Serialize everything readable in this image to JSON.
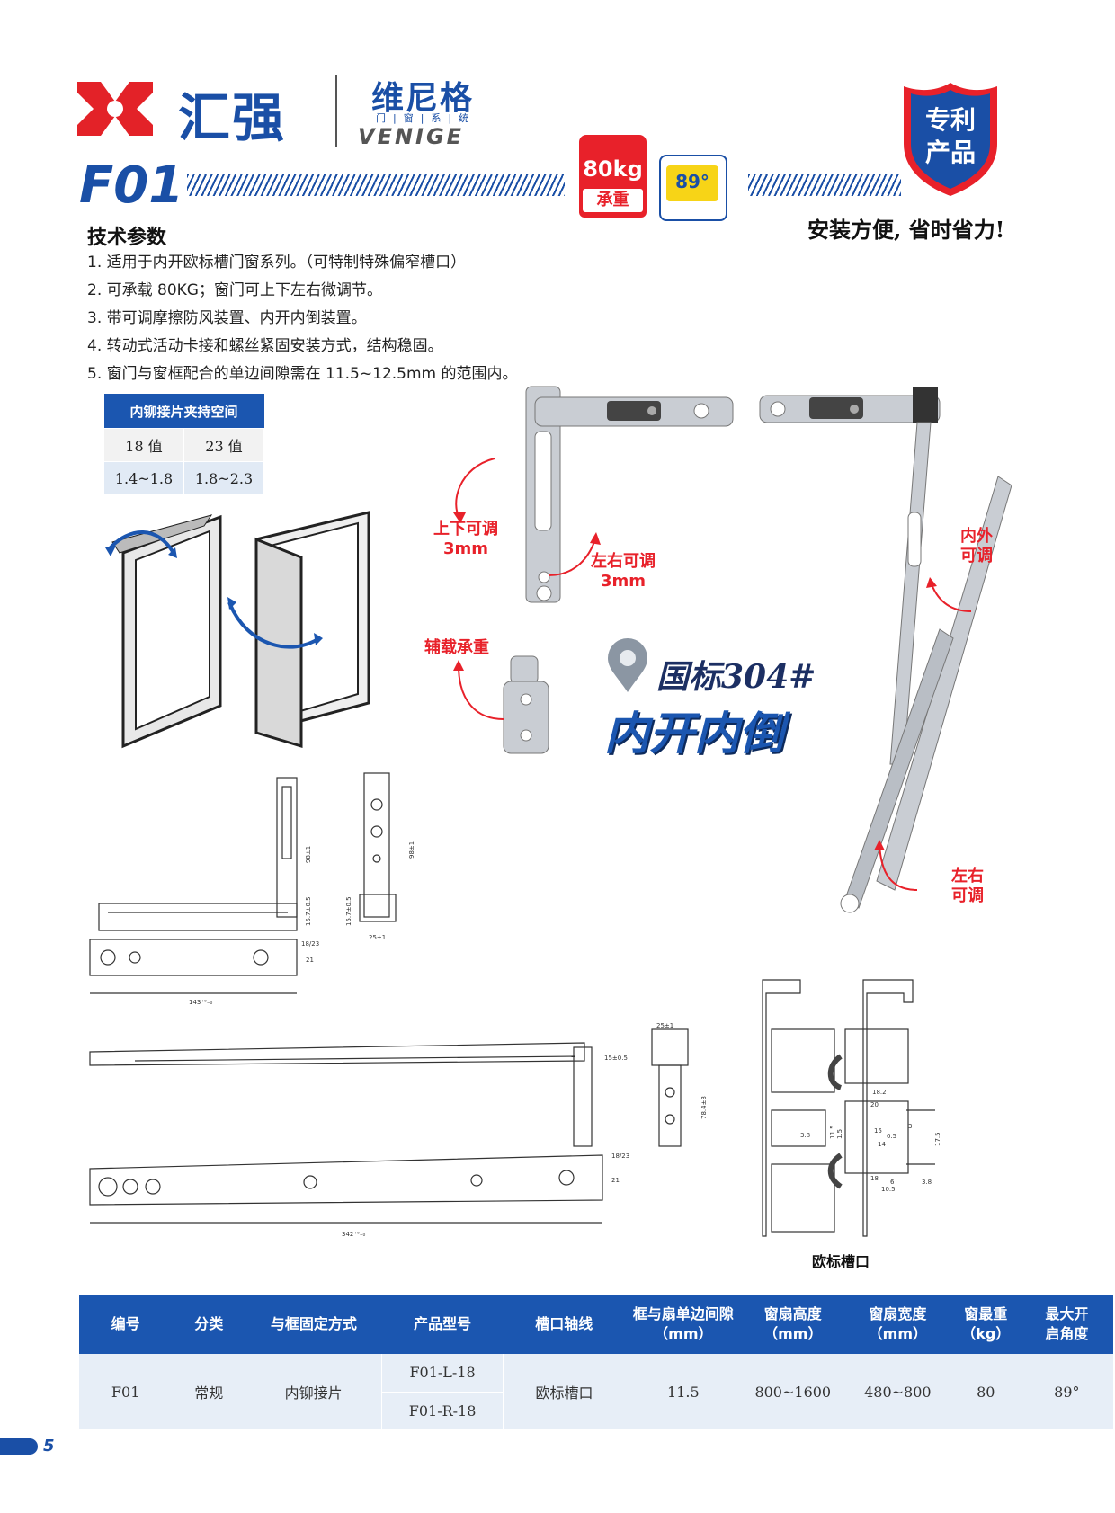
{
  "header": {
    "brand_name": "汇强",
    "venige_cn": "维尼格",
    "venige_sub": "门|窗|系|统",
    "venige_en": "VENIGE",
    "model": "F01",
    "load_value": "80kg",
    "load_label": "承重",
    "angle_value": "89°",
    "patent_line1": "专利",
    "patent_line2": "产品",
    "slogan": "安装方便, 省时省力!"
  },
  "specs": {
    "title": "技术参数",
    "items": [
      "1. 适用于内开欧标槽门窗系列。（可特制特殊偏窄槽口）",
      "2. 可承载 80KG；窗门可上下左右微调节。",
      "3. 带可调摩擦防风装置、内开内倒装置。",
      "4. 转动式活动卡接和螺丝紧固安装方式，结构稳固。",
      "5. 窗门与窗框配合的单边间隙需在 11.5~12.5mm 的范围内。"
    ]
  },
  "clamp_table": {
    "header": "内铆接片夹持空间",
    "rows": [
      [
        "18 值",
        "23 值"
      ],
      [
        "1.4~1.8",
        "1.8~2.3"
      ]
    ]
  },
  "annotations": {
    "updown": "上下可调\n3mm",
    "leftright": "左右可调\n3mm",
    "aux": "辅载承重",
    "inout": "内外\n可调",
    "lr2": "左右\n可调",
    "material": "国标304#",
    "open_type": "内开内倒"
  },
  "drawings": {
    "dim_98a": "98±1",
    "dim_98b": "98±1",
    "dim_157a": "15.7±0.5",
    "dim_157b": "15.7±0.5",
    "dim_25a": "25±1",
    "dim_1823a": "18/23",
    "dim_21a": "21",
    "dim_143": "143⁺⁰₋₀",
    "dim_25b": "25±1",
    "dim_15": "15±0.5",
    "dim_784": "78.4±3",
    "dim_1823b": "18/23",
    "dim_21b": "21",
    "dim_342": "342⁺⁰₋₀",
    "profile_caption": "欧标槽口",
    "p_182": "18.2",
    "p_20": "20",
    "p_38a": "3.8",
    "p_115": "11.5",
    "p_15": "1.5",
    "p_14": "14",
    "p_05": "0.5",
    "p_15b": "15",
    "p_3": "3",
    "p_18": "18",
    "p_105": "10.5",
    "p_6": "6",
    "p_38b": "3.8",
    "p_175": "17.5"
  },
  "main_table": {
    "headers": [
      "编号",
      "分类",
      "与框固定方式",
      "产品型号",
      "槽口轴线",
      "框与扇单边间隙\n（mm）",
      "窗扇高度\n（mm）",
      "窗扇宽度\n（mm）",
      "窗最重\n（kg）",
      "最大开\n启角度"
    ],
    "row": {
      "id": "F01",
      "category": "常规",
      "fixing": "内铆接片",
      "model_l": "F01-L-18",
      "model_r": "F01-R-18",
      "axis": "欧标槽口",
      "gap": "11.5",
      "height": "800~1600",
      "width": "480~800",
      "weight": "80",
      "angle": "89°"
    }
  },
  "page_number": "5",
  "colors": {
    "brand_blue": "#1a4fa6",
    "table_blue": "#1b56b0",
    "accent_red": "#e8212a"
  }
}
